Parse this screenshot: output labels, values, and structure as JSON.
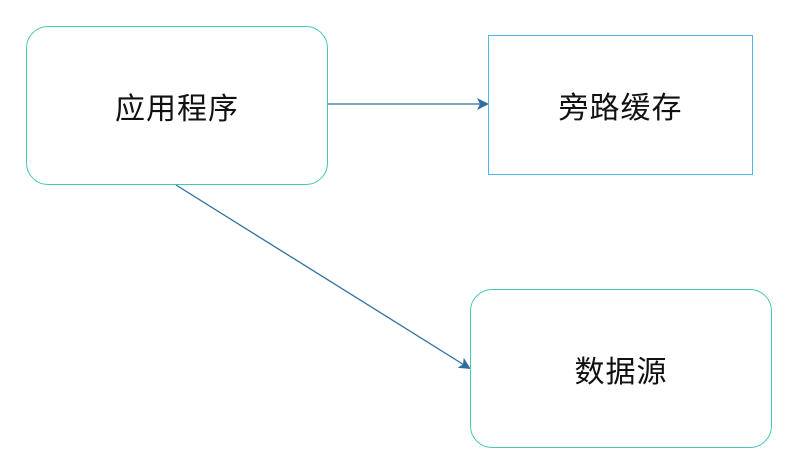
{
  "nodes": {
    "application": {
      "label": "应用程序"
    },
    "bypass_cache": {
      "label": "旁路缓存"
    },
    "data_source": {
      "label": "数据源"
    }
  },
  "colors": {
    "app_border": "#45c7b4",
    "cache_border": "#4bb8e6",
    "source_border": "#45c7b4",
    "arrow": "#2e6fa1"
  }
}
